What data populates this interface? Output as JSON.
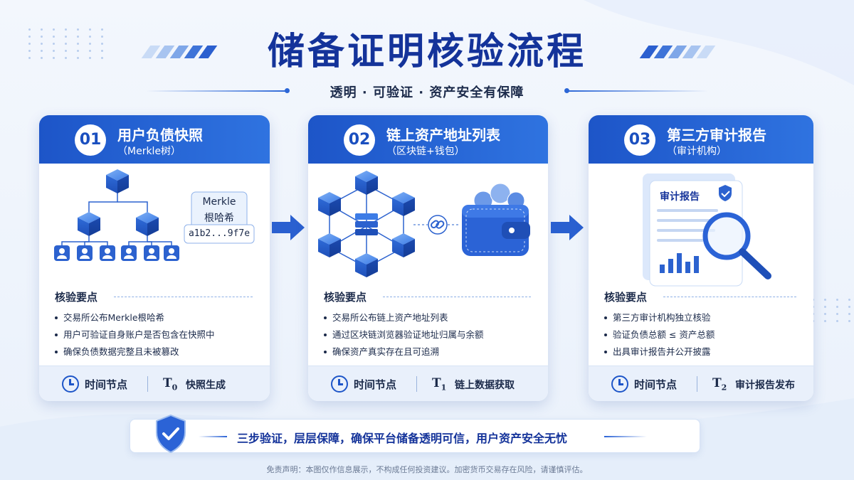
{
  "title": "储备证明核验流程",
  "subtitle": "透明 · 可验证 · 资产安全有保障",
  "cards": [
    {
      "num": "01",
      "title": "用户负债快照",
      "subtitle": "（Merkle树）",
      "merkle_box": {
        "label1": "Merkle",
        "label2": "根哈希",
        "hash": "a1b2...9f7e"
      },
      "points_title": "核验要点",
      "points": [
        "交易所公布Merkle根哈希",
        "用户可验证自身账户是否包含在快照中",
        "确保负债数据完整且未被篡改"
      ],
      "time_label": "时间节点",
      "time_t": "T",
      "time_sub": "0",
      "time_text": "快照生成"
    },
    {
      "num": "02",
      "title": "链上资产地址列表",
      "subtitle": "（区块链+钱包）",
      "points_title": "核验要点",
      "points": [
        "交易所公布链上资产地址列表",
        "通过区块链浏览器验证地址归属与余额",
        "确保资产真实存在且可追溯"
      ],
      "time_label": "时间节点",
      "time_t": "T",
      "time_sub": "1",
      "time_text": "链上数据获取"
    },
    {
      "num": "03",
      "title": "第三方审计报告",
      "subtitle": "（审计机构）",
      "report_label": "审计报告",
      "points_title": "核验要点",
      "points": [
        "第三方审计机构独立核验",
        "验证负债总额 ≤ 资产总额",
        "出具审计报告并公开披露"
      ],
      "time_label": "时间节点",
      "time_t": "T",
      "time_sub": "2",
      "time_text": "审计报告发布"
    }
  ],
  "banner": "三步验证，层层保障，确保平台储备透明可信，用户资产安全无忧",
  "disclaimer": "免责声明：本图仅作信息展示，不构成任何投资建议。加密货币交易存在风险，请谨慎评估。",
  "icons": [
    "merkle-tree-icon",
    "user-icon",
    "blockchain-icon",
    "link-icon",
    "wallet-icon",
    "audit-report-icon",
    "magnifier-icon",
    "shield-check-icon",
    "clock-icon",
    "arrow-right-icon"
  ],
  "colors": {
    "primary": "#1d55c8",
    "title": "#14339a",
    "background": "#f3f7fd",
    "card_bar": "#e9f0fb"
  }
}
